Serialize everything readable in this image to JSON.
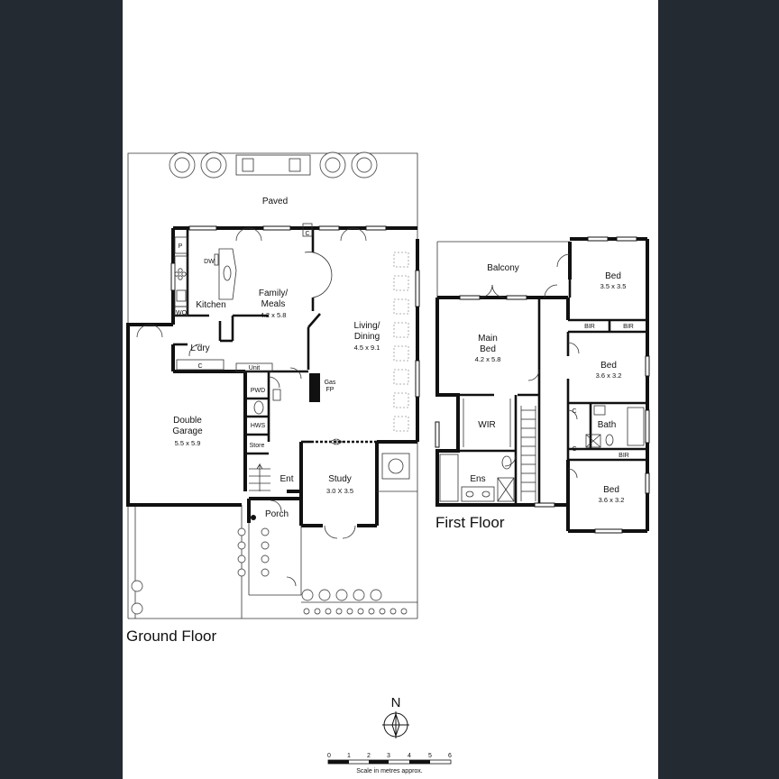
{
  "floors": {
    "ground": "Ground Floor",
    "first": "First Floor"
  },
  "rooms": {
    "paved": "Paved",
    "kitchen": "Kitchen",
    "family_meals": "Family/",
    "family_meals_2": "Meals",
    "family_meals_dim": "4.2 x 5.8",
    "living_dining": "Living/",
    "living_dining_2": "Dining",
    "living_dining_dim": "4.5 x 9.1",
    "laundry": "L'dry",
    "double_garage": "Double",
    "double_garage_2": "Garage",
    "double_garage_dim": "5.5 x 5.9",
    "study": "Study",
    "study_dim": "3.0 X 3.5",
    "entry": "Ent",
    "porch": "Porch",
    "pwd": "PWD",
    "hws": "HWS",
    "store": "Store",
    "unit": "Unit",
    "gas_fp_1": "Gas",
    "gas_fp_2": "FP",
    "pantry": "P",
    "dw": "DW",
    "wo": "WO",
    "c": "C",
    "balcony": "Balcony",
    "main_bed": "Main",
    "main_bed_2": "Bed",
    "main_bed_dim": "4.2 x 5.8",
    "wir": "WIR",
    "ens": "Ens",
    "bed1": "Bed",
    "bed1_dim": "3.5 x 3.5",
    "bed2": "Bed",
    "bed2_dim": "3.6 x 3.2",
    "bed3": "Bed",
    "bed3_dim": "3.6 x 3.2",
    "bath": "Bath",
    "bir": "BIR"
  },
  "compass": {
    "north": "N"
  },
  "scale": {
    "ticks": [
      "0",
      "1",
      "2",
      "3",
      "4",
      "5",
      "6"
    ],
    "caption": "Scale in metres approx."
  }
}
